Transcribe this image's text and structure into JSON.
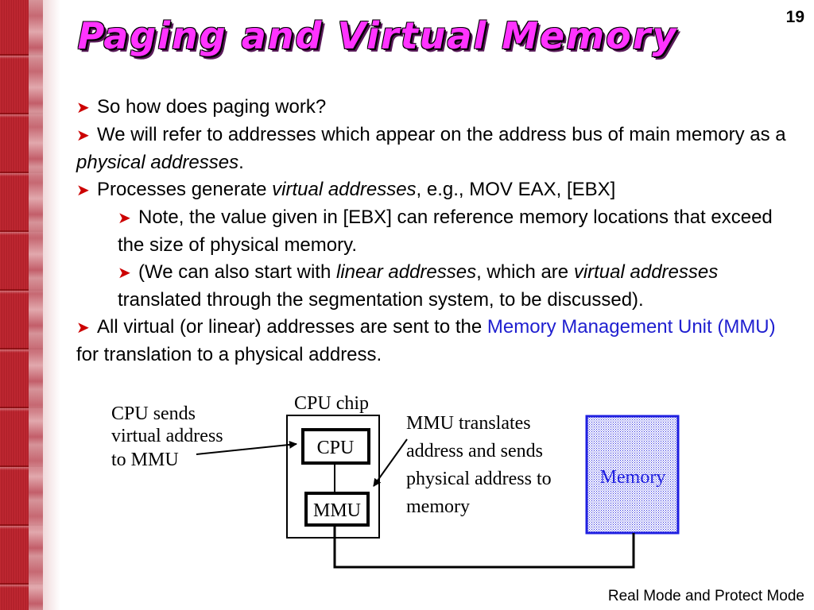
{
  "slide": {
    "page_number": "19",
    "title": "Paging and Virtual Memory",
    "footer": "Real Mode and Protect Mode"
  },
  "bullets": {
    "b1": {
      "text": "So how does paging work?"
    },
    "b2": {
      "t1": "We will refer to addresses which appear on the address bus of main memory as a ",
      "em": "physical addresses",
      "t2": "."
    },
    "b3": {
      "t1": "Processes generate ",
      "em": "virtual addresses",
      "t2": ", e.g., MOV EAX, [EBX]"
    },
    "b3a": {
      "text": "Note, the value given in [EBX] can reference memory locations that exceed the size of physical memory."
    },
    "b3b": {
      "t1": "(We can also start with ",
      "em1": "linear addresses",
      "t2": ", which are ",
      "em2": "virtual addresses",
      "t3": " translated through the segmentation system, to be discussed)."
    },
    "b4": {
      "t1": "All virtual (or linear) addresses are sent to the ",
      "link": "Memory Management Unit (MMU)",
      "t2": " for translation to a physical address."
    }
  },
  "diagram": {
    "cpu_sends": [
      "CPU sends",
      "virtual address",
      "to MMU"
    ],
    "cpu_chip": "CPU chip",
    "cpu": "CPU",
    "mmu": "MMU",
    "mmu_translates": [
      "MMU translates",
      "address and sends",
      "physical address to",
      "memory"
    ],
    "memory": "Memory"
  },
  "colors": {
    "title": "#ff33ff",
    "bullet_arrow": "#cc0000",
    "link": "#1f1fd0",
    "memory_box": "#1f1fe0"
  }
}
